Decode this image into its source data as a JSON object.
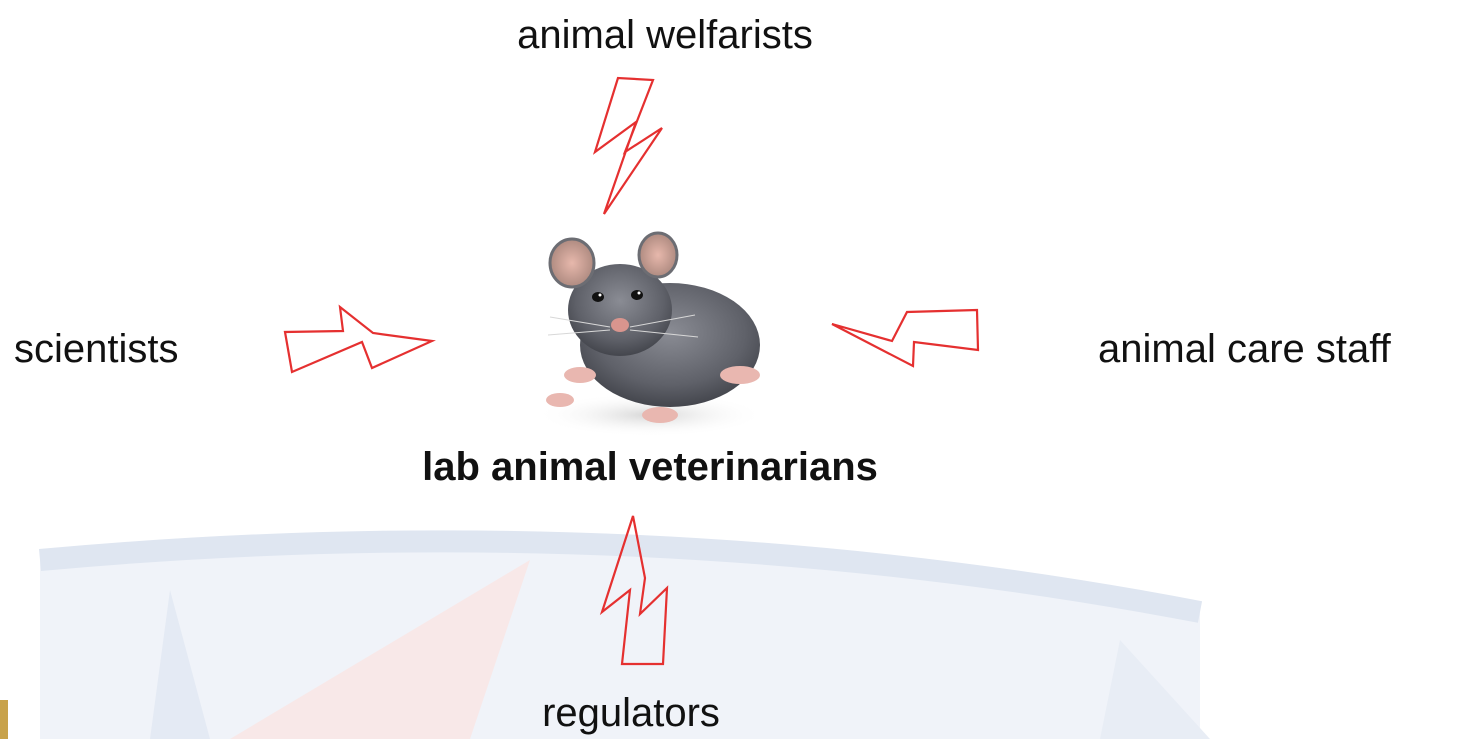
{
  "diagram": {
    "center_label": "lab animal veterinarians",
    "top_label": "animal welfarists",
    "left_label": "scientists",
    "right_label": "animal care staff",
    "bottom_label": "regulators",
    "center_image": "mouse-photo",
    "connector_icon": "lightning-bolt-icon",
    "colors": {
      "bolt_stroke": "#e53030",
      "text": "#111111",
      "watermark_blue": "#dfe6f1",
      "watermark_red": "#f6e2e2"
    }
  }
}
